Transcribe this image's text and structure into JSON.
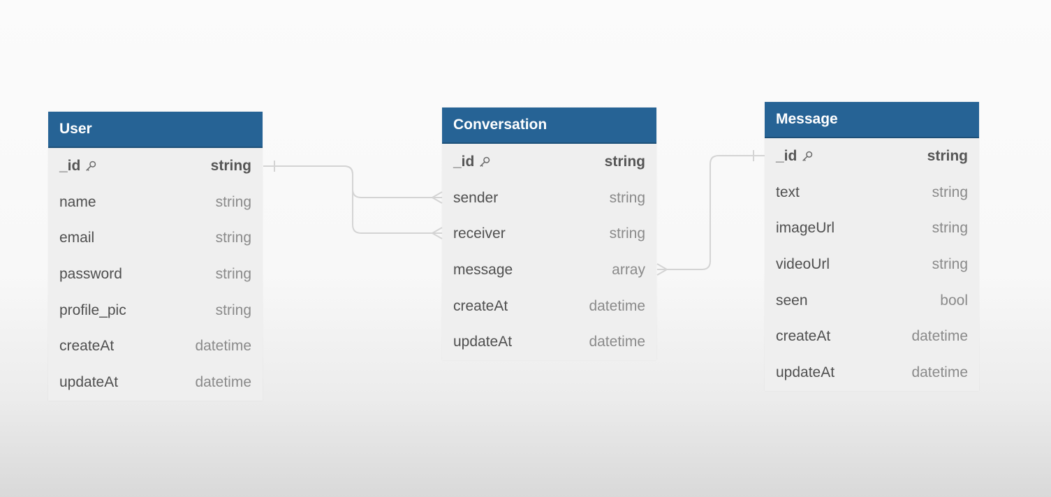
{
  "tables": [
    {
      "id": "user",
      "name": "User",
      "fields": [
        {
          "name": "_id",
          "type": "string",
          "pk": true
        },
        {
          "name": "name",
          "type": "string"
        },
        {
          "name": "email",
          "type": "string"
        },
        {
          "name": "password",
          "type": "string"
        },
        {
          "name": "profile_pic",
          "type": "string"
        },
        {
          "name": "createAt",
          "type": "datetime"
        },
        {
          "name": "updateAt",
          "type": "datetime"
        }
      ]
    },
    {
      "id": "conversation",
      "name": "Conversation",
      "fields": [
        {
          "name": "_id",
          "type": "string",
          "pk": true
        },
        {
          "name": "sender",
          "type": "string"
        },
        {
          "name": "receiver",
          "type": "string"
        },
        {
          "name": "message",
          "type": "array"
        },
        {
          "name": "createAt",
          "type": "datetime"
        },
        {
          "name": "updateAt",
          "type": "datetime"
        }
      ]
    },
    {
      "id": "message",
      "name": "Message",
      "fields": [
        {
          "name": "_id",
          "type": "string",
          "pk": true
        },
        {
          "name": "text",
          "type": "string"
        },
        {
          "name": "imageUrl",
          "type": "string"
        },
        {
          "name": "videoUrl",
          "type": "string"
        },
        {
          "name": "seen",
          "type": "bool"
        },
        {
          "name": "createAt",
          "type": "datetime"
        },
        {
          "name": "updateAt",
          "type": "datetime"
        }
      ]
    }
  ],
  "relations": [
    {
      "from": "user._id",
      "to": "conversation.sender",
      "from_end": "one",
      "to_end": "many"
    },
    {
      "from": "user._id",
      "to": "conversation.receiver",
      "from_end": "one",
      "to_end": "many"
    },
    {
      "from": "conversation.message",
      "to": "message._id",
      "from_end": "many",
      "to_end": "one"
    }
  ],
  "icons": {
    "primary_key": "key-icon"
  },
  "colors": {
    "header": "#266395",
    "connector": "#d4d4d4"
  }
}
